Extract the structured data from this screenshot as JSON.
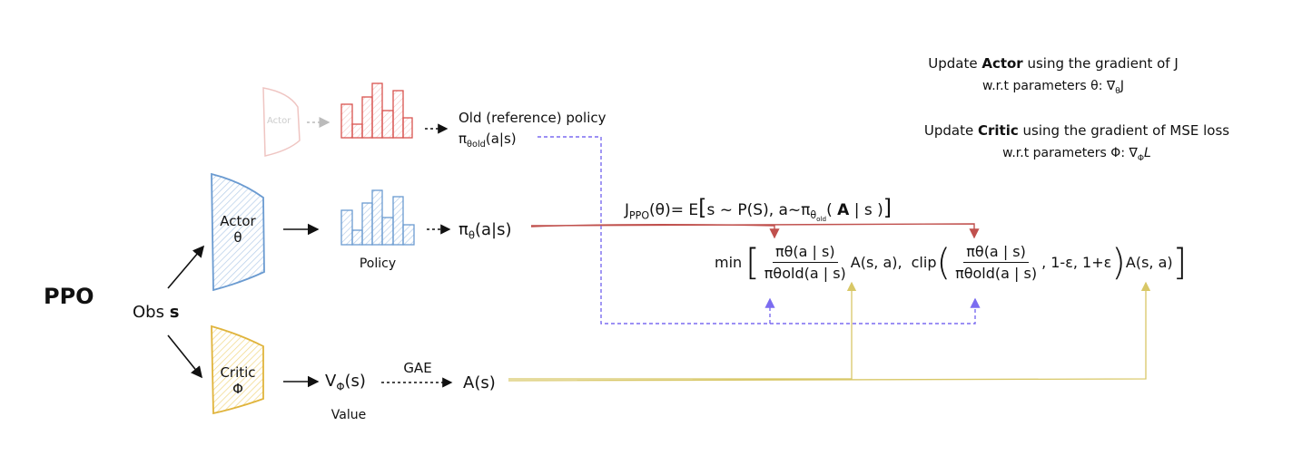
{
  "title": "PPO",
  "observation": {
    "label": "Obs",
    "symbol": "s"
  },
  "old_actor": {
    "label": "Actor",
    "policy_label": "Old (reference) policy",
    "policy_symbol": "π",
    "policy_sub": "θold",
    "policy_args": "(a|s)"
  },
  "actor": {
    "label": "Actor",
    "param": "θ",
    "output_label": "Policy",
    "policy_symbol": "π",
    "policy_sub": "θ",
    "policy_args": "(a|s)"
  },
  "critic": {
    "label": "Critic",
    "param": "Φ",
    "value_symbol": "V",
    "value_sub": "Φ",
    "value_args": "(s)",
    "value_label": "Value",
    "gae_label": "GAE",
    "advantage": "A(s)"
  },
  "objective": {
    "lhs": "J",
    "lhs_sub": "PPO",
    "lhs_args": "(θ)= E",
    "expectation": "s ~ P(S),  a~π",
    "expectation_sub": "θ",
    "expectation_subsub": "old",
    "expectation_tail_open": "( ",
    "expectation_bold": "A",
    "expectation_tail": " | s )",
    "min_label": "min",
    "ratio_num": "πθ(a | s)",
    "ratio_den": "πθold(a | s)",
    "adv_term": "A(s, a)",
    "comma": " ,",
    "clip_label": "clip",
    "clip_bounds": ", 1-ε, 1+ε"
  },
  "notes": {
    "actor_line1_pre": "Update ",
    "actor_line1_bold": "Actor",
    "actor_line1_post": " using the gradient of J",
    "actor_line2": "w.r.t parameters θ: ∇",
    "actor_line2_sub": "θ",
    "actor_line2_tail": "J",
    "critic_line1_pre": "Update ",
    "critic_line1_bold": "Critic",
    "critic_line1_post": " using the gradient of MSE loss",
    "critic_line2": "w.r.t parameters Φ: ∇",
    "critic_line2_sub": "Φ",
    "critic_line2_tail": "L"
  },
  "colors": {
    "actor": "#6b9bd1",
    "old": "#d9534f",
    "critic": "#e0b43c",
    "purple": "#7b6cf0",
    "olive": "#d8c766"
  }
}
